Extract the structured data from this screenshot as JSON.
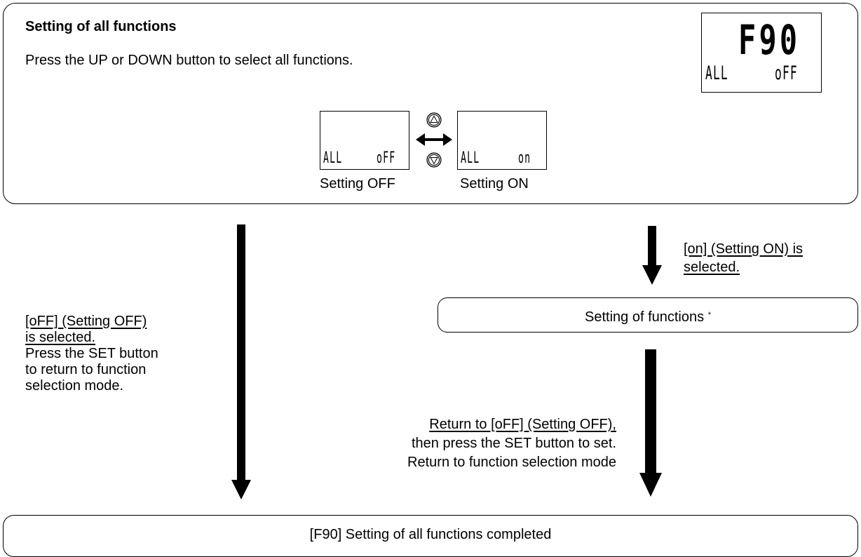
{
  "top_panel": {
    "title": "Setting of all functions",
    "instruction": "Press the UP or DOWN button to select all functions."
  },
  "main_lcd": {
    "big": "F90",
    "small_left": "ALL",
    "small_right": "oFF"
  },
  "toggle": {
    "off_lcd": {
      "left": "ALL",
      "right": "oFF"
    },
    "on_lcd": {
      "left": "ALL",
      "right": "on"
    },
    "off_label": "Setting OFF",
    "on_label": "Setting ON",
    "up_button_icon": "up-triangle-button",
    "down_button_icon": "down-triangle-button"
  },
  "right_branch": {
    "note_line1": "[on] (Setting ON) is",
    "note_line2": "selected.",
    "box_label": "Setting of functions",
    "box_mark": "*",
    "return_line1": "Return to [oFF] (Setting OFF),",
    "return_line2": "then press the SET button to set.",
    "return_line3": "Return to function selection mode"
  },
  "left_branch": {
    "line1": "[oFF] (Setting OFF)",
    "line2": "is selected.",
    "line3": "Press the SET button",
    "line4": "to return to function",
    "line5": "selection mode."
  },
  "bottom_box": {
    "label": "[F90] Setting of all functions completed"
  }
}
